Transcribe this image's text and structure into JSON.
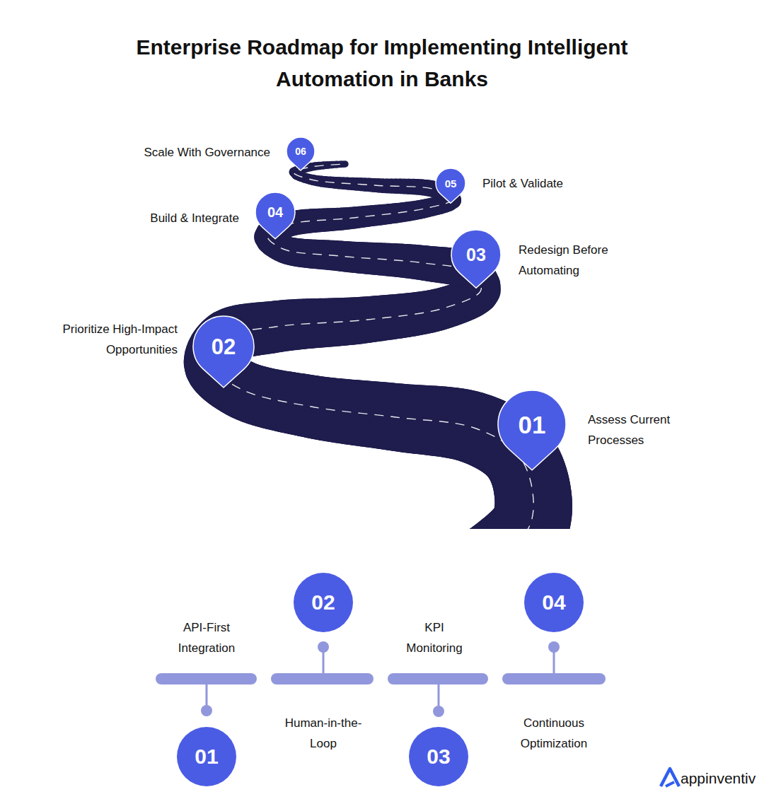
{
  "diagram": {
    "title": "Enterprise Roadmap for Implementing Intelligent Automation in Banks",
    "nodes": [
      {
        "text": [
          "01",
          "Assess Current Processes"
        ]
      },
      {
        "text": [
          "02",
          "Prioritize High-Impact Opportunities"
        ]
      },
      {
        "text": [
          "03",
          "Redesign Before Automating"
        ]
      },
      {
        "text": [
          "04",
          "Build & Integrate"
        ]
      },
      {
        "text": [
          "05",
          "Pilot & Validate"
        ]
      },
      {
        "text": [
          "06",
          "Scale With Governance"
        ]
      },
      {
        "text": [
          "01",
          "API-First Integration"
        ]
      },
      {
        "text": [
          "02",
          "Human-in-the- Loop"
        ]
      },
      {
        "text": [
          "03",
          "KPI Monitoring"
        ]
      },
      {
        "text": [
          "04",
          "Continuous Optimization"
        ]
      }
    ],
    "labels": [
      "appinventiv"
    ]
  }
}
